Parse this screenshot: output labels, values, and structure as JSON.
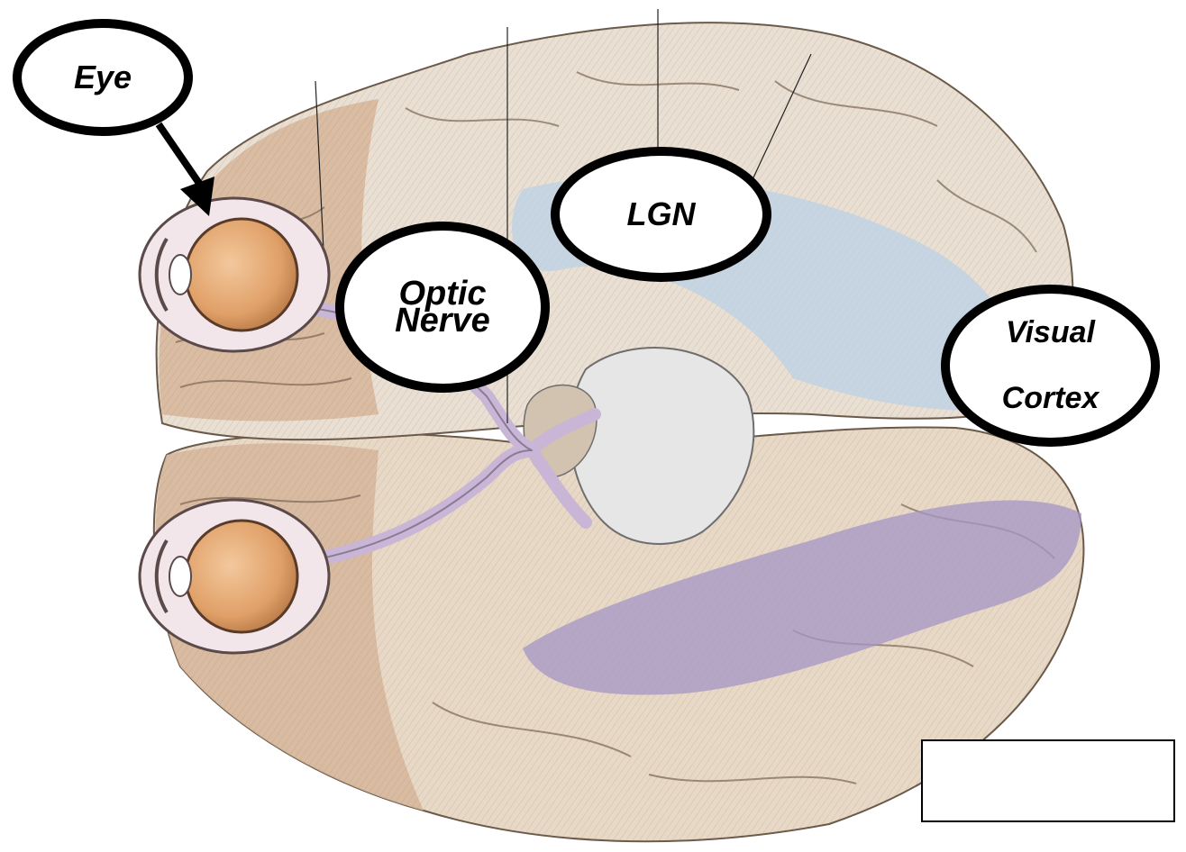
{
  "labels": {
    "eye": "Eye",
    "optic_nerve": [
      "Optic",
      "Nerve"
    ],
    "lgn": "LGN",
    "visual_cortex": [
      "Visual",
      "Cortex"
    ]
  },
  "answer_box": "",
  "colors": {
    "brain_tan": "#d8b79c",
    "brain_light": "#ede4d6",
    "eye_orange": "#e2a46e",
    "optic_tract_blue": "#b8d0e4",
    "optic_radiation_purple": "#a898c8",
    "outline": "#000000"
  }
}
